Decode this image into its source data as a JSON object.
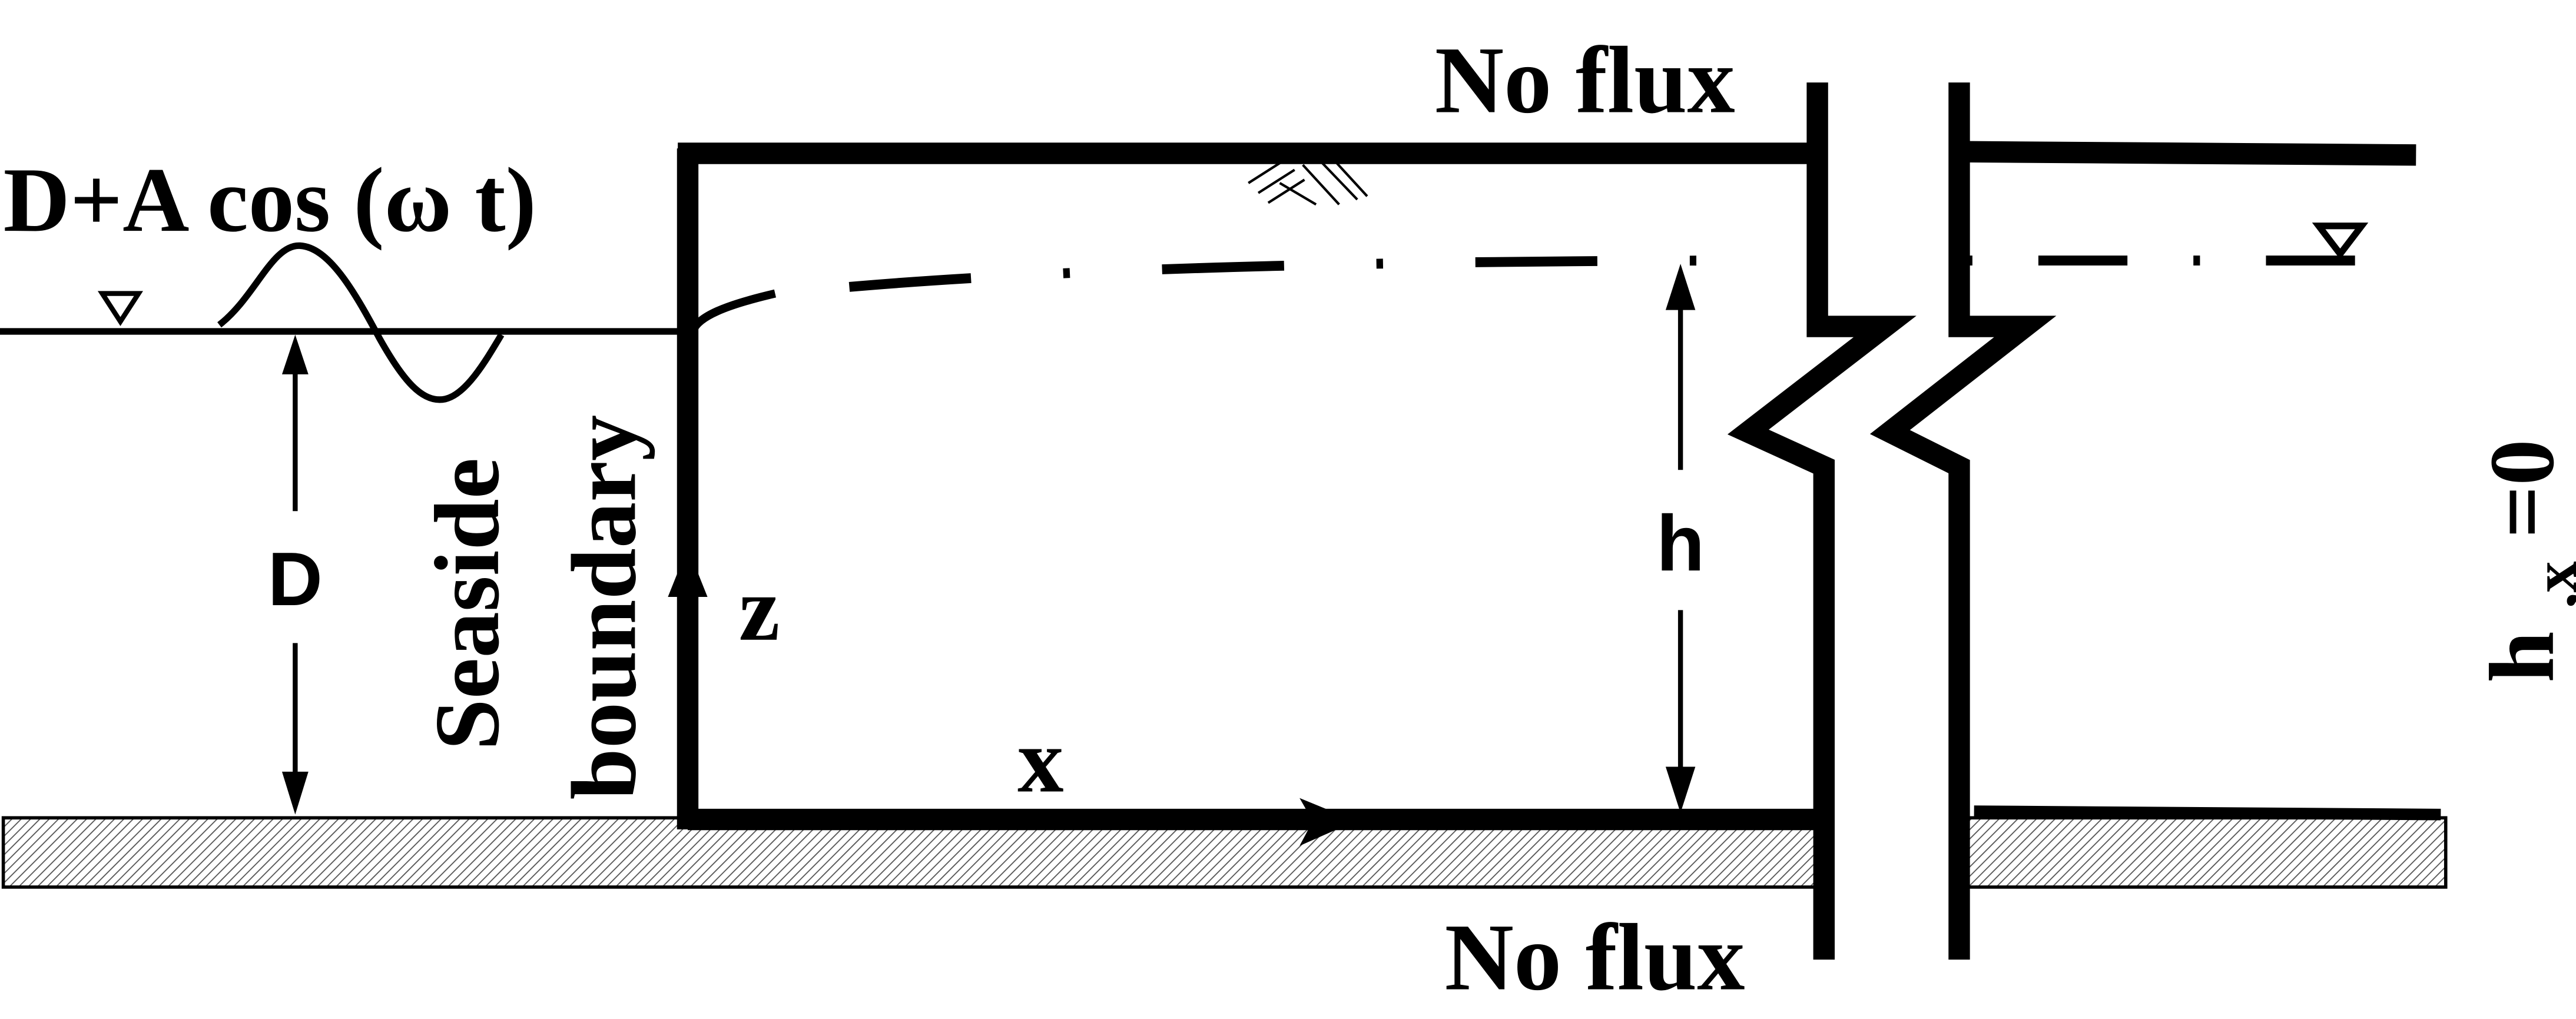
{
  "labels": {
    "top_boundary": "No flux",
    "bottom_boundary": "No flux",
    "sea_level": "D+A cos (ω t)",
    "depth": "D",
    "head": "h",
    "z_axis": "z",
    "x_axis": "x",
    "seaside_line1": "Seaside",
    "seaside_line2": "boundary",
    "landward_condition_base": "h",
    "landward_condition_sub": ",x",
    "landward_condition_rhs": "=0"
  },
  "colors": {
    "ink": "#000000",
    "ground_fill": "#ffffff",
    "ground_hatch": "#555555"
  }
}
